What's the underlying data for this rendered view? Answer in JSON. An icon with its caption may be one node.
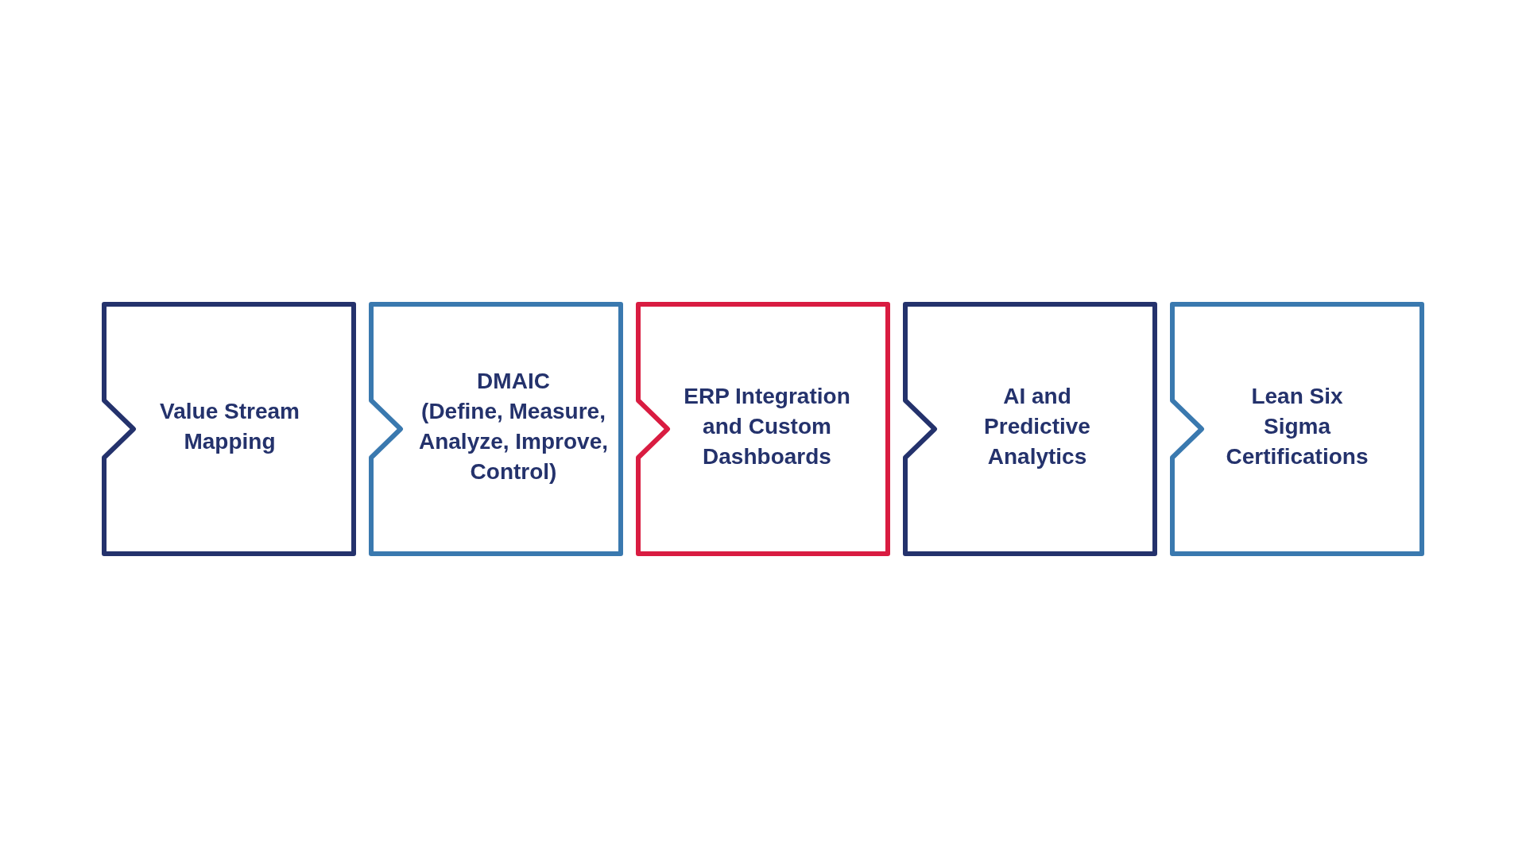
{
  "diagram": {
    "nodes": [
      {
        "text": [
          "Value Stream Mapping"
        ]
      },
      {
        "text": [
          "DMAIC",
          "(Define, Measure, Analyze, Improve, Control)"
        ]
      },
      {
        "text": [
          "ERP Integration and Custom Dashboards"
        ]
      },
      {
        "text": [
          "AI and Predictive Analytics"
        ]
      },
      {
        "text": [
          "Lean Six Sigma Certifications"
        ]
      }
    ]
  }
}
